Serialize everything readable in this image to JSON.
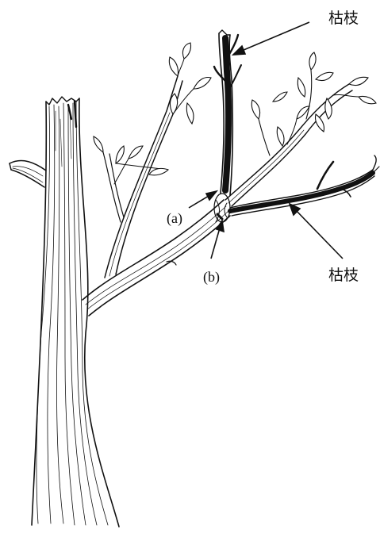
{
  "labels": {
    "dead_branch_top": "枯枝",
    "dead_branch_bottom": "枯枝",
    "point_a": "(a)",
    "point_b": "(b)"
  },
  "colors": {
    "ink": "#111111",
    "background": "#ffffff"
  }
}
